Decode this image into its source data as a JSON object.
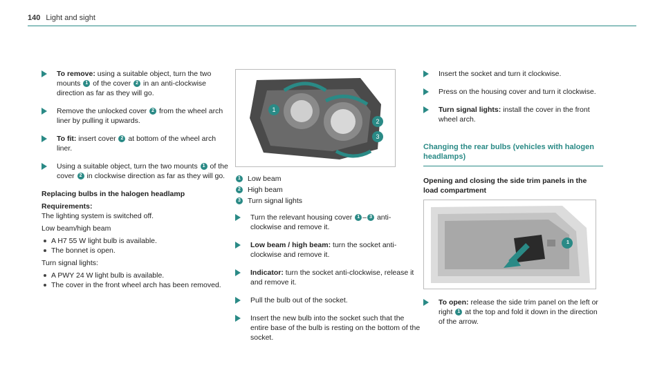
{
  "header": {
    "page_number": "140",
    "section": "Light and sight"
  },
  "col1": {
    "step1": {
      "label": "To remove:",
      "text_a": " using a suitable object, turn the two mounts ",
      "c1": "1",
      "text_b": " of the cover ",
      "c2": "2",
      "text_c": " in an anti-clockwise direction as far as they will go."
    },
    "step2": {
      "text_a": "Remove the unlocked cover ",
      "c2": "2",
      "text_b": " from the wheel arch liner by pulling it upwards."
    },
    "step3": {
      "label": "To fit:",
      "text_a": " insert cover ",
      "c2": "2",
      "text_b": " at bottom of the wheel arch liner."
    },
    "step4": {
      "text_a": "Using a suitable object, turn the two mounts ",
      "c1": "1",
      "text_b": " of the cover ",
      "c2": "2",
      "text_c": " in clockwise direction as far as they will go."
    },
    "section_title": "Replacing bulbs in the halogen headlamp",
    "req_title": "Requirements:",
    "req_text": "The lighting system is switched off.",
    "lowbeam_title": "Low beam/high beam",
    "lowbeam_bullets": [
      "A H7 55 W light bulb is available.",
      "The bonnet is open."
    ],
    "turn_title": "Turn signal lights:",
    "turn_bullets": [
      "A PWY 24 W light bulb is available.",
      "The cover in the front wheel arch has been removed."
    ]
  },
  "col2": {
    "image_icon": "headlamp-housing-image",
    "legend": [
      {
        "num": "1",
        "label": "Low beam"
      },
      {
        "num": "2",
        "label": "High beam"
      },
      {
        "num": "3",
        "label": "Turn signal lights"
      }
    ],
    "step1": {
      "text_a": "Turn the relevant housing cover ",
      "c1": "1",
      "dash": "–",
      "c3": "3",
      "text_b": " anti-clockwise and remove it."
    },
    "step2": {
      "label": "Low beam / high beam:",
      "text": " turn the socket anti-clockwise and remove it."
    },
    "step3": {
      "label": "Indicator:",
      "text": " turn the socket anti-clockwise, release it and remove it."
    },
    "step4": {
      "text": "Pull the bulb out of the socket."
    },
    "step5": {
      "text": "Insert the new bulb into the socket such that the entire base of the bulb is resting on the bottom of the socket."
    }
  },
  "col3": {
    "step1": {
      "text": "Insert the socket and turn it clockwise."
    },
    "step2": {
      "text": "Press on the housing cover and turn it clockwise."
    },
    "step3": {
      "label": "Turn signal lights:",
      "text": " install the cover in the front wheel arch."
    },
    "teal_heading": "Changing the rear bulbs (vehicles with halogen headlamps)",
    "sub_heading": "Opening and closing the side trim panels in the load compartment",
    "image_icon": "load-compartment-image",
    "image_callout": "1",
    "step4": {
      "label": "To open:",
      "text_a": " release the side trim panel on the left or right ",
      "c1": "1",
      "text_b": " at the top and fold it down in the direction of the arrow."
    }
  },
  "colors": {
    "accent": "#2a8a86"
  }
}
